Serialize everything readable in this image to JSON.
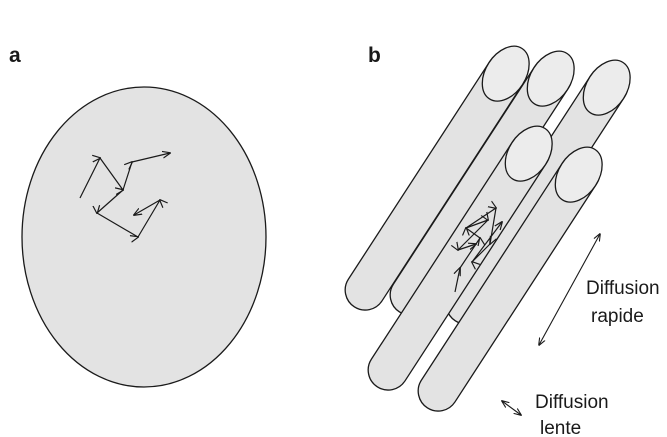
{
  "panels": {
    "a": {
      "label": "a"
    },
    "b": {
      "label": "b"
    }
  },
  "captions": {
    "fast": {
      "line1": "Diffusion",
      "line2": "rapide"
    },
    "slow": {
      "line1": "Diffusion",
      "line2": "lente"
    }
  },
  "colors": {
    "fill": "#e3e3e3",
    "cap_fill": "#ececec",
    "stroke": "#1a1a1a"
  }
}
